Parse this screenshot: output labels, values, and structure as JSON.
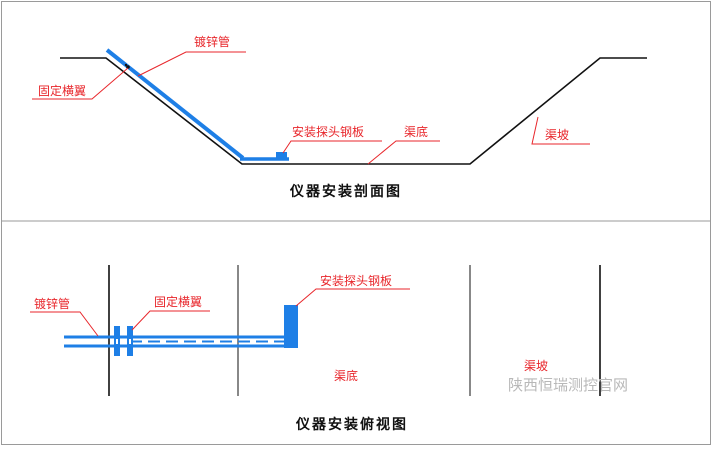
{
  "section_view": {
    "labels": {
      "galvanized_pipe": "镀锌管",
      "fixed_crossbar": "固定横翼",
      "probe_plate": "安装探头钢板",
      "channel_bottom": "渠底",
      "channel_slope": "渠坡"
    },
    "caption": "仪器安装剖面图"
  },
  "top_view": {
    "labels": {
      "galvanized_pipe": "镀锌管",
      "fixed_crossbar": "固定横翼",
      "probe_plate": "安装探头钢板",
      "channel_bottom": "渠底",
      "channel_slope": "渠坡"
    },
    "caption": "仪器安装俯视图"
  },
  "watermark": "陕西恒瑞测控官网",
  "colors": {
    "annotation": "#e8262b",
    "instrument": "#1e7fe6",
    "line": "#111111",
    "border": "#9a9a9a"
  }
}
